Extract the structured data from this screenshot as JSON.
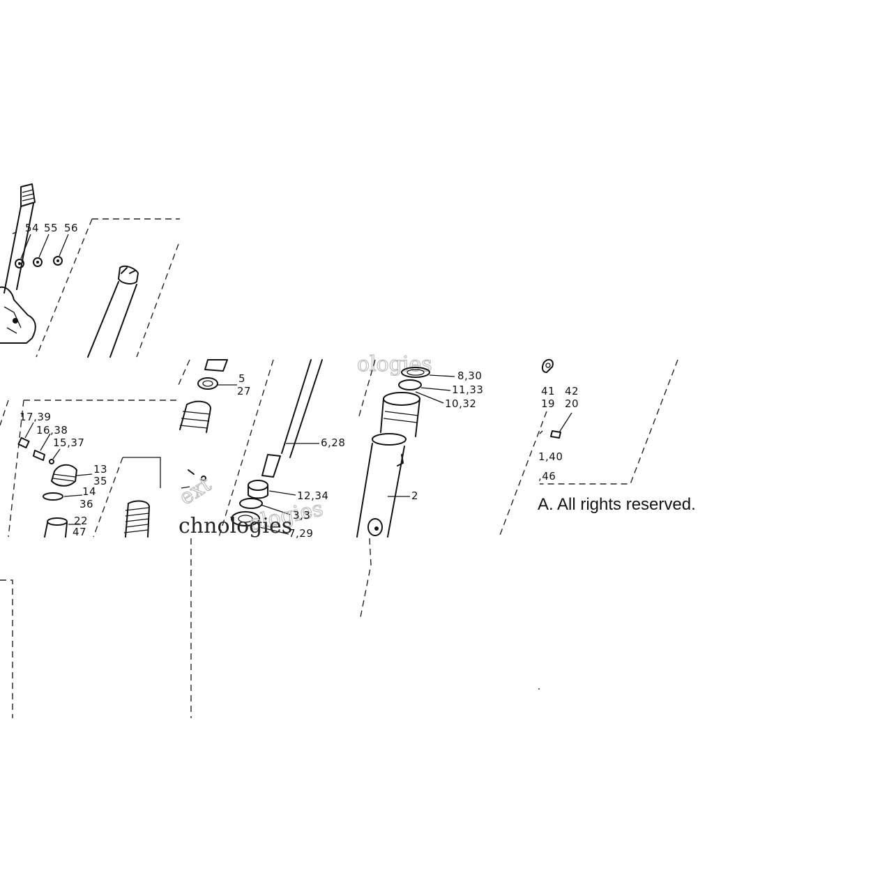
{
  "labels": {
    "p54": "54",
    "p55": "55",
    "p56": "56",
    "p17_39": "17,39",
    "p16_38": "16,38",
    "p15_37": "15,37",
    "p13": "13",
    "p35": "35",
    "p14": "14",
    "p36": "36",
    "p22": "22",
    "p47": "47",
    "p5": "5",
    "p27": "27",
    "p6_28": "6,28",
    "p12_34": "12,34",
    "p3_3": "3,3",
    "p7_29": "7,29",
    "p8_30": "8,30",
    "p11_33": "11,33",
    "p10_32": "10,32",
    "p2": "2",
    "p41": "41",
    "p19": "19",
    "p42": "42",
    "p20": "20",
    "p_40": "1,40",
    "p_46": ",46"
  },
  "watermark": {
    "w1": "ext",
    "w2": "ologies",
    "w3": "chnologies",
    "w4": "ologies"
  },
  "copyright": "A. All rights reserved."
}
